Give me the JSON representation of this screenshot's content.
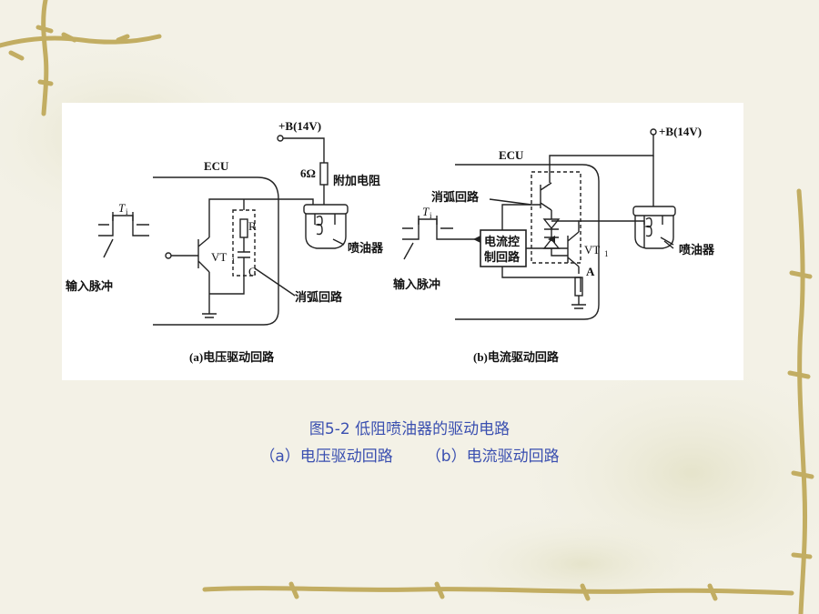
{
  "slide": {
    "caption_title": "图5-2  低阻喷油器的驱动电路",
    "caption_a": "（a）电压驱动回路",
    "caption_b": "（b）电流驱动回路"
  },
  "circuit_a": {
    "supply": "+B(14V)",
    "resistor_value": "6Ω",
    "resistor_label": "附加电阻",
    "ecu": "ECU",
    "pulse_symbol": "T",
    "pulse_sub": "i",
    "input_label": "输入脉冲",
    "transistor_main": "VT",
    "transistor_sub": "1",
    "r_label": "R",
    "c_label": "C",
    "snubber_label": "消弧回路",
    "injector_label": "喷油器",
    "caption": "(a)电压驱动回路"
  },
  "circuit_b": {
    "supply": "+B(14V)",
    "ecu": "ECU",
    "snubber_label": "消弧回路",
    "pulse_symbol": "T",
    "pulse_sub": "i",
    "input_label": "输入脉冲",
    "control_line1": "电流控",
    "control_line2": "制回路",
    "transistor_main": "VT",
    "transistor_sub": "1",
    "node_a": "A",
    "injector_label": "喷油器",
    "caption": "(b)电流驱动回路"
  }
}
